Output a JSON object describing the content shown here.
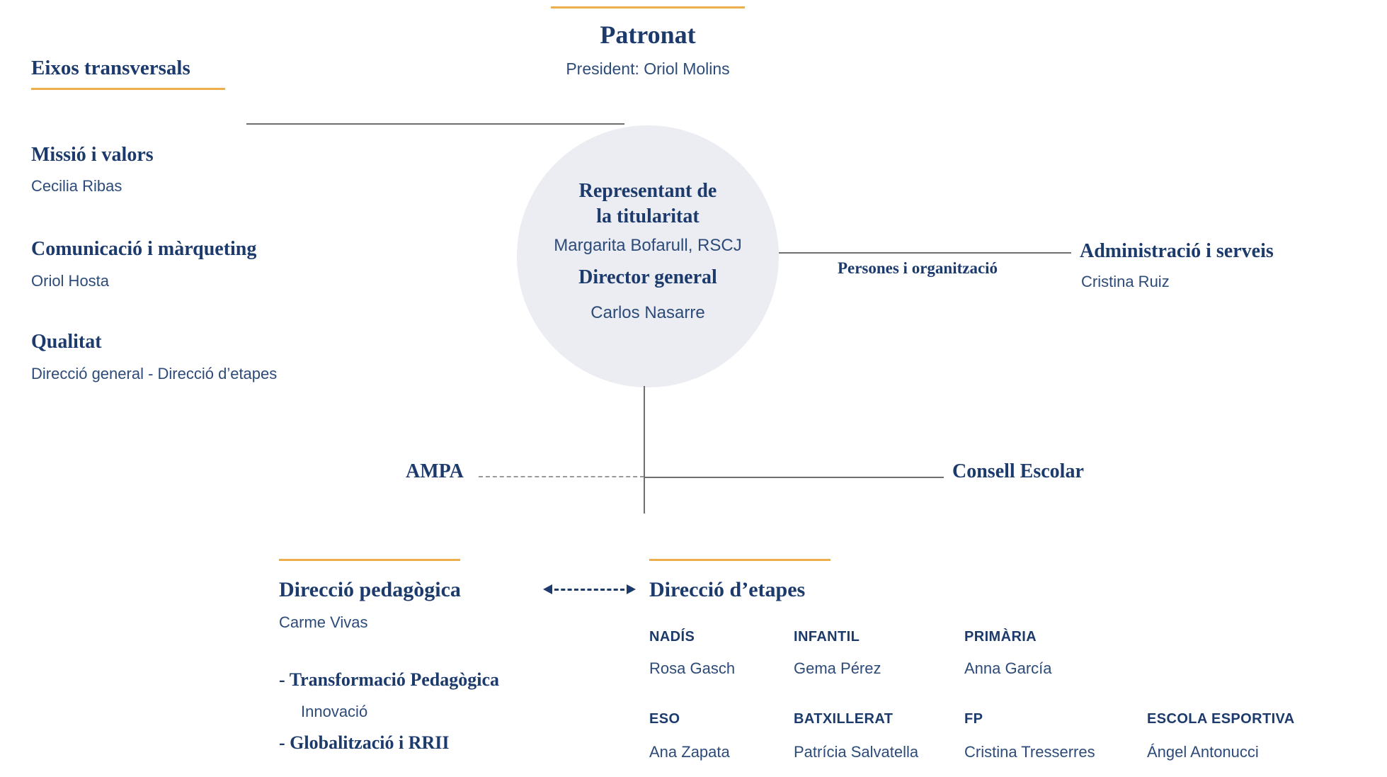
{
  "palette": {
    "navy": "#1c3a6b",
    "sans_navy": "#2d4b79",
    "accent_orange": "#edaf4c",
    "circle_fill": "#ebedf3",
    "line_gray": "#6f6f6f"
  },
  "patronat": {
    "title": "Patronat",
    "subtitle": "President: Oriol Molins"
  },
  "eixos": {
    "title": "Eixos transversals",
    "items": [
      {
        "title": "Missió i valors",
        "person": "Cecilia Ribas"
      },
      {
        "title": "Comunicació i màrqueting",
        "person": "Oriol Hosta"
      },
      {
        "title": "Qualitat",
        "person": "Direcció general - Direcció d’etapes"
      }
    ]
  },
  "central": {
    "role1_line1": "Representant de",
    "role1_line2": "la titularitat",
    "person1": "Margarita Bofarull, RSCJ",
    "role2": "Director general",
    "person2": "Carlos Nasarre"
  },
  "administracio": {
    "connector_label": "Persones i organització",
    "title": "Administració i serveis",
    "person": "Cristina Ruiz"
  },
  "middle": {
    "ampa": "AMPA",
    "consell": "Consell Escolar"
  },
  "pedagogica": {
    "title": "Direcció pedagògica",
    "person": "Carme Vivas",
    "items": [
      "- Transformació Pedagògica",
      "Innovació",
      "- Globalització i RRII"
    ]
  },
  "etapes": {
    "title": "Direcció d’etapes",
    "cells": [
      {
        "label": "NADÍS",
        "person": "Rosa Gasch"
      },
      {
        "label": "INFANTIL",
        "person": "Gema Pérez"
      },
      {
        "label": "PRIMÀRIA",
        "person": "Anna García"
      },
      {
        "label": "ESO",
        "person": "Ana Zapata"
      },
      {
        "label": "BATXILLERAT",
        "person": "Patrícia Salvatella"
      },
      {
        "label": "FP",
        "person": "Cristina Tresserres"
      },
      {
        "label": "ESCOLA ESPORTIVA",
        "person": "Ángel Antonucci"
      }
    ]
  }
}
